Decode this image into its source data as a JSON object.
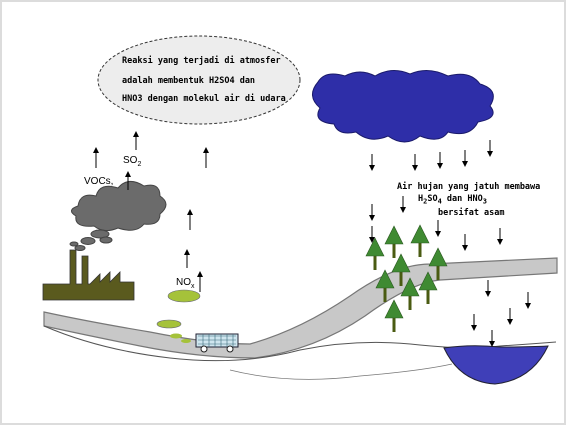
{
  "colors": {
    "frame": "#f4f4f4",
    "road": "#c8c8c8",
    "cloud_dark": "#2e2ea8",
    "smoke": "#6b6b6b",
    "factory": "#5a5a1e",
    "tree": "#3f8a32",
    "trunk": "#4a5b12",
    "water": "#3f3fb8",
    "pollutant_green": "#a5c23a"
  },
  "bubble": {
    "line1": "Reaksi yang terjadi di atmosfer",
    "line2": "adalah membentuk H2SO4 dan",
    "line3": "HNO3 dengan molekul air di udara"
  },
  "labels": {
    "vocs": "VOCs,",
    "so2_main": "SO",
    "so2_sub": "2",
    "nox_main": "NO",
    "nox_sub": "x"
  },
  "rain_text": {
    "line1": "Air hujan yang jatuh membawa",
    "line2_a": "H",
    "line2_b": "2",
    "line2_c": "SO",
    "line2_d": "4",
    "line2_e": " dan ",
    "line2_f": "HNO",
    "line2_g": "3",
    "line3": "bersifat asam"
  },
  "icons": [
    "factory-icon",
    "smoke-cloud-icon",
    "rain-cloud-icon",
    "tree-icon",
    "car-icon",
    "lake-icon",
    "arrow-up-icon",
    "arrow-down-icon"
  ]
}
